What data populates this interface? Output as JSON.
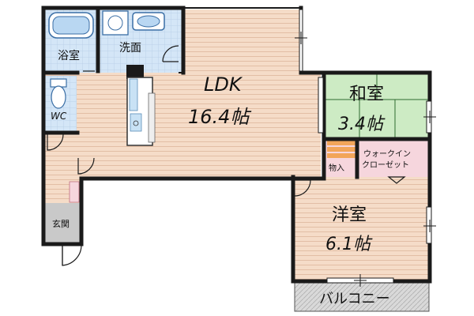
{
  "rooms": {
    "ldk": {
      "name": "LDK",
      "size": "16.4帖"
    },
    "washitsu": {
      "name": "和室",
      "size": "3.4帖"
    },
    "yoshitsu": {
      "name": "洋室",
      "size": "6.1帖"
    },
    "bath": {
      "name": "浴室"
    },
    "washroom": {
      "name": "洗面"
    },
    "wc": {
      "name": "WC"
    },
    "entrance": {
      "name": "玄関"
    },
    "storage": {
      "name": "物入"
    },
    "walkin": {
      "line1": "ウォークイン",
      "line2": "クローゼット"
    },
    "balcony": {
      "name": "バルコニー"
    }
  },
  "colors": {
    "wall": "#1a1a1a",
    "wood_floor": "#f5dcc8",
    "wood_line": "#e2bea5",
    "tatami": "#cdebc4",
    "tatami_line": "#2f6b2f",
    "wet_area": "#d4e6f7",
    "wet_grid": "#b6cde6",
    "closet": "#f6d6dd",
    "entrance": "#c9c9c9",
    "balcony": "#d9d9d9",
    "stair": "#f2a55a"
  }
}
